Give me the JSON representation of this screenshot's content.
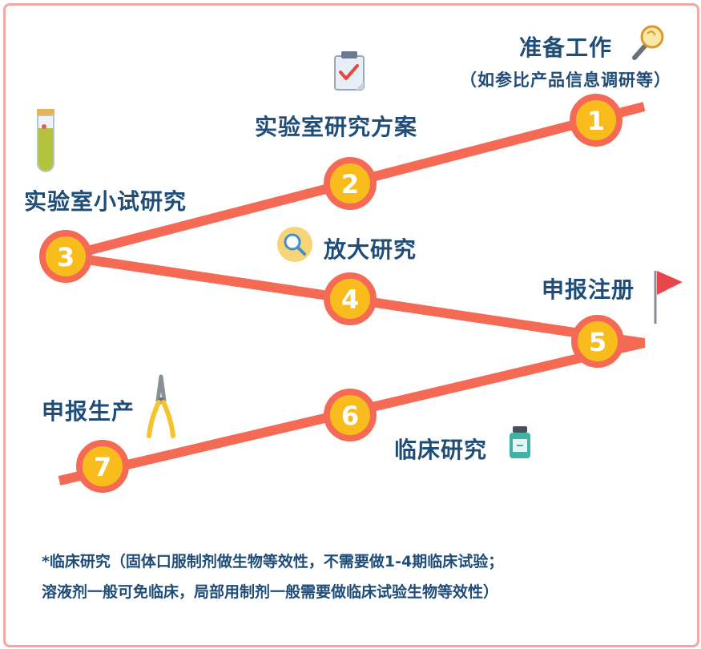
{
  "steps": [
    {
      "num": "1",
      "label": "准备工作",
      "sublabel": "（如参比产品信息调研等）",
      "icon": "magnifier-icon"
    },
    {
      "num": "2",
      "label": "实验室研究方案",
      "icon": "clipboard-icon"
    },
    {
      "num": "3",
      "label": "实验室小试研究",
      "icon": "test-tube-icon"
    },
    {
      "num": "4",
      "label": "放大研究",
      "icon": "search-icon"
    },
    {
      "num": "5",
      "label": "申报注册",
      "icon": "flag-icon"
    },
    {
      "num": "6",
      "label": "临床研究",
      "icon": "medicine-bottle-icon"
    },
    {
      "num": "7",
      "label": "申报生产",
      "icon": "pliers-icon"
    }
  ],
  "note": {
    "line1": "*临床研究（固体口服制剂做生物等效性，不需要做1-4期临床试验；",
    "line2": "溶液剂一般可免临床，局部用制剂一般需要做临床试验生物等效性）"
  },
  "colors": {
    "path": "#f46a55",
    "node_fill": "#f8bd1c",
    "node_ring": "#f46a55",
    "text": "#1f4d78",
    "border": "#f2a7a1"
  }
}
